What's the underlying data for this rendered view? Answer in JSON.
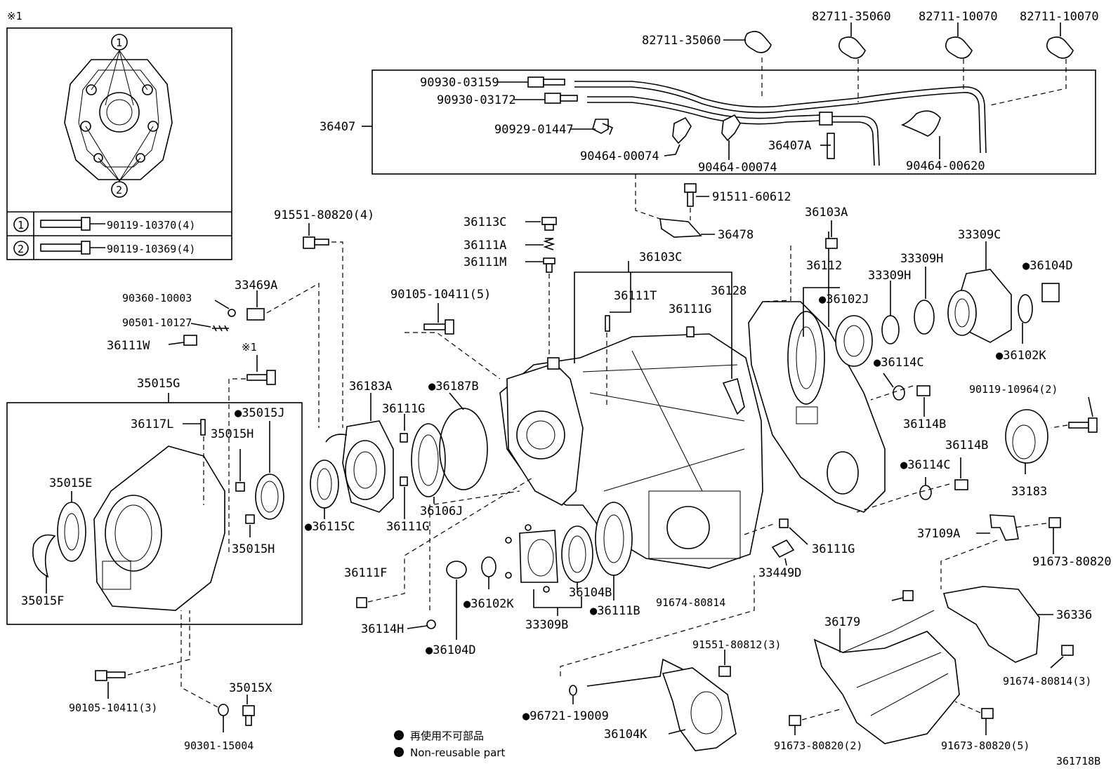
{
  "diagram_id": "361718B",
  "inset": {
    "mark": "※1",
    "callout_1": "1",
    "callout_2": "2",
    "rows": [
      {
        "key": "1",
        "part": "90119-10370(4)"
      },
      {
        "key": "2",
        "part": "90119-10369(4)"
      }
    ]
  },
  "legend": {
    "jp": "再使用不可部品",
    "en": "Non-reusable part"
  },
  "group_labels": {
    "g36407": "36407",
    "g36103C": "36103C",
    "g35015G": "35015G",
    "ref1": "※1"
  },
  "parts": {
    "p82711_35060a": "82711-35060",
    "p82711_35060b": "82711-35060",
    "p82711_10070a": "82711-10070",
    "p82711_10070b": "82711-10070",
    "p90930_03159": "90930-03159",
    "p90930_03172": "90930-03172",
    "p90929_01447": "90929-01447",
    "p90464_00074a": "90464-00074",
    "p90464_00074b": "90464-00074",
    "p36407A": "36407A",
    "p90464_00620": "90464-00620",
    "p91511_60612": "91511-60612",
    "p36478": "36478",
    "p91551_80820": "91551-80820(4)",
    "p36113C": "36113C",
    "p36111A": "36111A",
    "p36111M": "36111M",
    "p36103A": "36103A",
    "p36112": "36112",
    "p33309H_a": "33309H",
    "p33309H_b": "33309H",
    "p33309C": "33309C",
    "p36104D_a": "●36104D",
    "p36102J": "●36102J",
    "p36102K_a": "●36102K",
    "p90360": "90360-10003",
    "p33469A": "33469A",
    "p90501": "90501-10127",
    "p36111W": "36111W",
    "p90105_5": "90105-10411(5)",
    "p36111T": "36111T",
    "p36128": "36128",
    "p36111G_a": "36111G",
    "p36114C_a": "●36114C",
    "p36114B_a": "36114B",
    "p90119_10964": "90119-10964(2)",
    "p36114B_b": "36114B",
    "p36114C_b": "●36114C",
    "p33183": "33183",
    "p36183A": "36183A",
    "p36187B": "●36187B",
    "p36111G_b": "36111G",
    "p35015J": "●35015J",
    "p36117L": "36117L",
    "p35015H_a": "35015H",
    "p35015E": "35015E",
    "p35015H_b": "35015H",
    "p35015F": "35015F",
    "p36115C": "●36115C",
    "p36111G_c": "36111G",
    "p36106J": "36106J",
    "p37109A": "37109A",
    "p91673_80820a": "91673-80820",
    "p36111G_d": "36111G",
    "p33449D": "33449D",
    "p36111F": "36111F",
    "p36104B": "36104B",
    "p36102K_b": "●36102K",
    "p36111B": "●36111B",
    "p33309B": "33309B",
    "p91674_80814a": "91674-80814",
    "p36336": "36336",
    "p36179": "36179",
    "p36114H": "36114H",
    "p36104D_b": "●36104D",
    "p91551_80812": "91551-80812(3)",
    "p91674_80814b": "91674-80814(3)",
    "p90105_3": "90105-10411(3)",
    "p35015X": "35015X",
    "p96721": "●96721-19009",
    "p90301": "90301-15004",
    "p36104K": "36104K",
    "p91673_80820b": "91673-80820(2)",
    "p91673_80820c": "91673-80820(5)"
  }
}
